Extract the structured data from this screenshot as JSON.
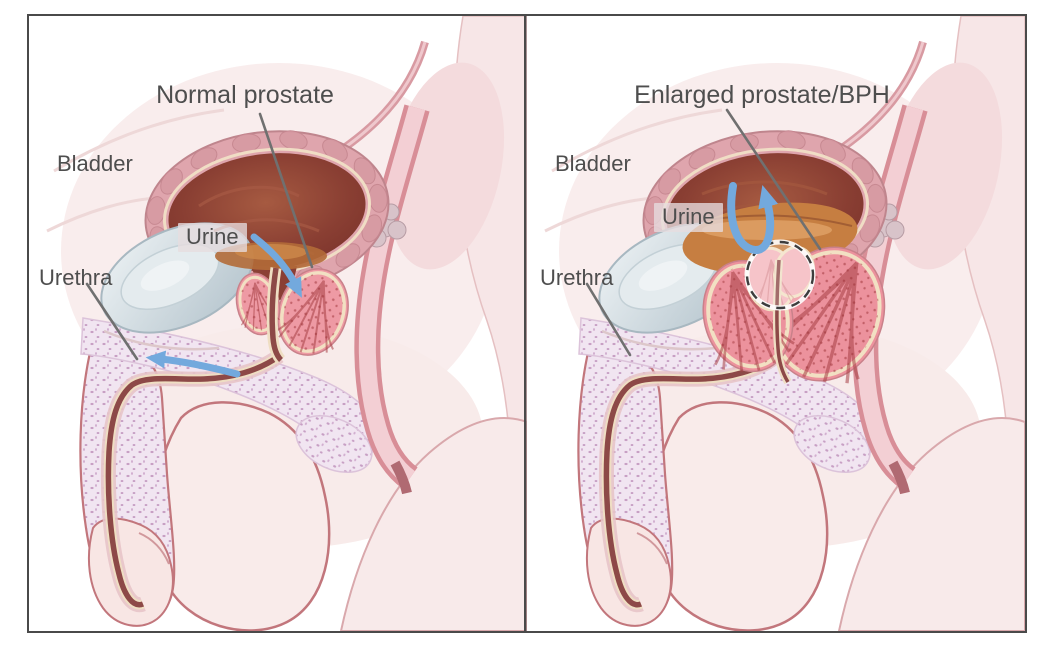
{
  "figure": {
    "type": "medical-comparison-diagram",
    "panels": [
      {
        "id": "normal-prostate",
        "title": "Normal prostate",
        "labels": {
          "bladder": "Bladder",
          "urine": "Urine",
          "urethra": "Urethra"
        }
      },
      {
        "id": "enlarged-prostate-bph",
        "title": "Enlarged prostate/BPH",
        "labels": {
          "bladder": "Bladder",
          "urine": "Urine",
          "urethra": "Urethra"
        }
      }
    ],
    "icons": {
      "left_panel_arrows": [
        "urine-flow-down-arrow",
        "urine-flow-left-arrow"
      ],
      "right_panel_arrows": [
        "urine-backflow-up-arrow"
      ],
      "right_panel_highlight": "dashed-circle-enlarged-zone"
    },
    "colors": {
      "frame": "#4a4a4a",
      "label_text": "#4e4e4e",
      "leader_line": "#707070",
      "arrow_blue": "#73a9dd",
      "bladder_wall_pink": "#dfa5ad",
      "bladder_interior_dark": "#8a3f35",
      "urine_orange": "#c67e41",
      "prostate_pink": "#ee9aa4",
      "prostate_outline_cream": "#f2e0c3",
      "pubic_bone_gray": "#c5d2d9",
      "urethra_dark": "#8d4947",
      "body_soft_pink": "#f8ecec"
    }
  }
}
